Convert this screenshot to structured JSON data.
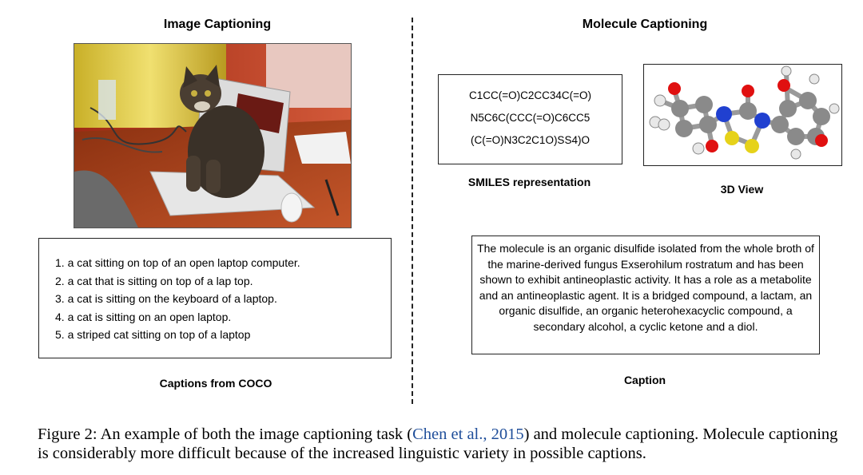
{
  "left": {
    "heading": "Image Captioning",
    "captions": [
      "1. a cat sitting on top of an open laptop computer.",
      "2. a cat that is sitting on top of a lap top.",
      "3. a cat is sitting on the keyboard of a laptop.",
      "4. a cat is sitting on an open laptop.",
      "5. a striped cat sitting on top of a laptop"
    ],
    "captions_label": "Captions from COCO"
  },
  "right": {
    "heading": "Molecule Captioning",
    "smiles_lines": [
      "C1CC(=O)C2CC34C(=O)",
      "N5C6C(CCC(=O)C6CC5",
      "(C(=O)N3C2C1O)SS4)O"
    ],
    "smiles_label": "SMILES representation",
    "view_label": "3D View",
    "caption_text": "The molecule is an organic disulfide isolated from the whole broth of the marine-derived fungus Exserohilum rostratum and has been shown to exhibit antineoplastic activity. It has a role as a metabolite and an antineoplastic agent. It is a bridged compound, a lactam, an organic disulfide, an organic heterohexacyclic compound, a secondary alcohol, a cyclic ketone and a diol.",
    "caption_label": "Caption"
  },
  "figure_caption": {
    "prefix": "Figure 2: An example of both the image captioning task (",
    "cite_author": "Chen et al.,",
    "cite_year": "2015",
    "suffix": ") and molecule captioning. Molecule captioning is considerably more difficult because of the increased linguistic variety in possible captions."
  },
  "colors": {
    "link": "#1f4e9a",
    "oxygen": "#e01010",
    "nitrogen": "#2040d0",
    "sulfur": "#e6d21a",
    "carbon": "#8a8a8a",
    "hydrogen": "#e8e8e8"
  }
}
